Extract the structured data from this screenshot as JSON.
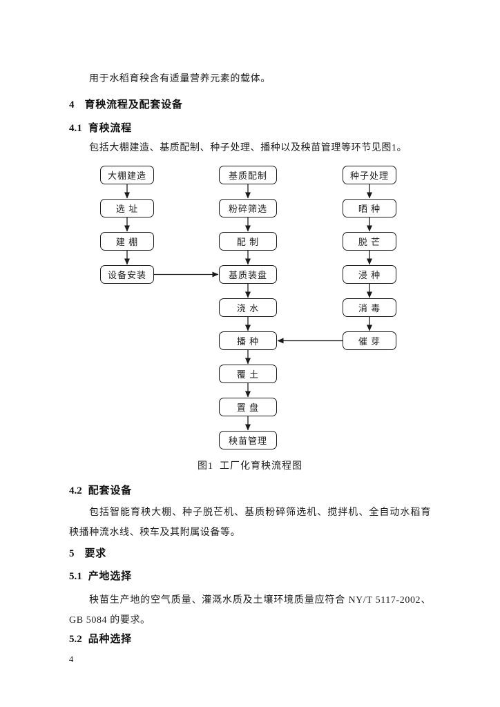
{
  "page_number": "4",
  "body": {
    "intro": "用于水稻育秧含有适量营养元素的载体。",
    "s4": {
      "number": "4",
      "title": "育秧流程及配套设备"
    },
    "s4_1": {
      "number": "4.1",
      "title": "育秧流程"
    },
    "s4_1_text": "包括大棚建造、基质配制、种子处理、播种以及秧苗管理等环节见图1。",
    "s4_2": {
      "number": "4.2",
      "title": "配套设备"
    },
    "s4_2_text": "包括智能育秧大棚、种子脱芒机、基质粉碎筛选机、搅拌机、全自动水稻育秧播种流水线、秧车及其附属设备等。",
    "s5": {
      "number": "5",
      "title": "要求"
    },
    "s5_1": {
      "number": "5.1",
      "title": "产地选择"
    },
    "s5_1_text": "秧苗生产地的空气质量、灌溉水质及土壤环境质量应符合 NY/T 5117-2002、GB 5084 的要求。",
    "s5_2": {
      "number": "5.2",
      "title": "品种选择"
    }
  },
  "figure": {
    "caption": "图1  工厂化育秧流程图",
    "type": "flowchart",
    "nodes": [
      {
        "id": "greenhouse-construction",
        "label": "大棚建造",
        "col": 0,
        "row": 0
      },
      {
        "id": "site-selection",
        "label": "选 址",
        "col": 0,
        "row": 1
      },
      {
        "id": "build-shed",
        "label": "建 棚",
        "col": 0,
        "row": 2
      },
      {
        "id": "equipment-installation",
        "label": "设备安装",
        "col": 0,
        "row": 3
      },
      {
        "id": "substrate-preparation",
        "label": "基质配制",
        "col": 1,
        "row": 0
      },
      {
        "id": "crush-sieve",
        "label": "粉碎筛选",
        "col": 1,
        "row": 1
      },
      {
        "id": "mixing",
        "label": "配 制",
        "col": 1,
        "row": 2
      },
      {
        "id": "substrate-tray-filling",
        "label": "基质装盘",
        "col": 1,
        "row": 3
      },
      {
        "id": "watering",
        "label": "浇 水",
        "col": 1,
        "row": 4
      },
      {
        "id": "seeding",
        "label": "播 种",
        "col": 1,
        "row": 5
      },
      {
        "id": "soil-covering",
        "label": "覆 土",
        "col": 1,
        "row": 6
      },
      {
        "id": "tray-placement",
        "label": "置 盘",
        "col": 1,
        "row": 7
      },
      {
        "id": "seedling-management",
        "label": "秧苗管理",
        "col": 1,
        "row": 8
      },
      {
        "id": "seed-treatment",
        "label": "种子处理",
        "col": 2,
        "row": 0
      },
      {
        "id": "seed-drying",
        "label": "晒 种",
        "col": 2,
        "row": 1
      },
      {
        "id": "awn-removal",
        "label": "脱 芒",
        "col": 2,
        "row": 2
      },
      {
        "id": "seed-soaking",
        "label": "浸 种",
        "col": 2,
        "row": 3
      },
      {
        "id": "disinfection",
        "label": "消 毒",
        "col": 2,
        "row": 4
      },
      {
        "id": "germination",
        "label": "催 芽",
        "col": 2,
        "row": 5
      }
    ],
    "edges": [
      {
        "from": "greenhouse-construction",
        "to": "site-selection"
      },
      {
        "from": "site-selection",
        "to": "build-shed"
      },
      {
        "from": "build-shed",
        "to": "equipment-installation"
      },
      {
        "from": "substrate-preparation",
        "to": "crush-sieve"
      },
      {
        "from": "crush-sieve",
        "to": "mixing"
      },
      {
        "from": "mixing",
        "to": "substrate-tray-filling"
      },
      {
        "from": "substrate-tray-filling",
        "to": "watering"
      },
      {
        "from": "watering",
        "to": "seeding"
      },
      {
        "from": "seeding",
        "to": "soil-covering"
      },
      {
        "from": "soil-covering",
        "to": "tray-placement"
      },
      {
        "from": "tray-placement",
        "to": "seedling-management"
      },
      {
        "from": "seed-treatment",
        "to": "seed-drying"
      },
      {
        "from": "seed-drying",
        "to": "awn-removal"
      },
      {
        "from": "awn-removal",
        "to": "seed-soaking"
      },
      {
        "from": "seed-soaking",
        "to": "disinfection"
      },
      {
        "from": "disinfection",
        "to": "germination"
      },
      {
        "from": "equipment-installation",
        "to": "substrate-tray-filling"
      },
      {
        "from": "germination",
        "to": "seeding"
      }
    ],
    "line_color": "#1a1a1a"
  }
}
